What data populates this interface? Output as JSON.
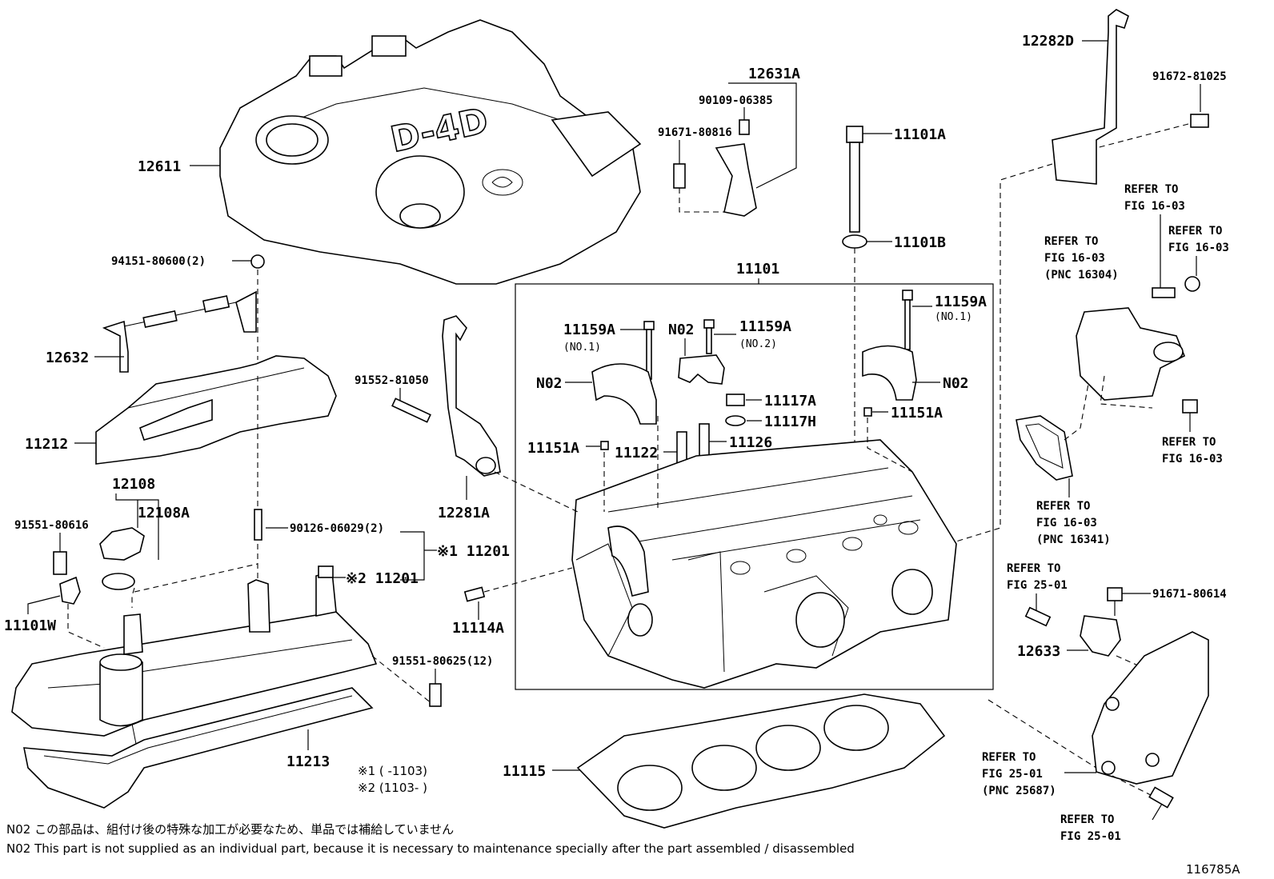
{
  "labels": {
    "p12611": "12611",
    "p12631A": "12631A",
    "p90109": "90109-06385",
    "p91671_816": "91671-80816",
    "p11101A": "11101A",
    "p11101B": "11101B",
    "p11101": "11101",
    "p12282D": "12282D",
    "p91672": "91672-81025",
    "p94151": "94151-80600(2)",
    "p12632": "12632",
    "p11212": "11212",
    "p91552": "91552-81050",
    "p12108": "12108",
    "p12108A": "12108A",
    "p91551_616": "91551-80616",
    "p90126": "90126-06029(2)",
    "p11201_1": "※1 11201",
    "p11201_2": "※2 11201",
    "p11101W": "11101W",
    "p91551_625": "91551-80625(12)",
    "p11213": "11213",
    "p12281A": "12281A",
    "p11114A": "11114A",
    "p11159A_a": "11159A",
    "p11159A_a_sub": "(NO.1)",
    "pN02_a": "N02",
    "pN02_b": "N02",
    "p11159A_b": "11159A",
    "p11159A_b_sub": "(NO.2)",
    "p11159A_c": "11159A",
    "p11159A_c_sub": "(NO.1)",
    "pN02_c": "N02",
    "p11117A": "11117A",
    "p11117H": "11117H",
    "p11151A_a": "11151A",
    "p11151A_b": "11151A",
    "p11122": "11122",
    "p11126": "11126",
    "p11115": "11115",
    "p12633": "12633",
    "p91671_614": "91671-80614"
  },
  "refs": {
    "r1_a": "REFER TO",
    "r1_b": "FIG 16-03",
    "r2_a": "REFER TO",
    "r2_b": "FIG 16-03",
    "r3_a": "REFER TO",
    "r3_b": "FIG 16-03",
    "r3_c": "(PNC 16304)",
    "r4_a": "REFER TO",
    "r4_b": "FIG 16-03",
    "r5_a": "REFER TO",
    "r5_b": "FIG 16-03",
    "r5_c": "(PNC 16341)",
    "r6_a": "REFER TO",
    "r6_b": "FIG 25-01",
    "r7_a": "REFER TO",
    "r7_b": "FIG 25-01",
    "r7_c": "(PNC 25687)",
    "r8_a": "REFER TO",
    "r8_b": "FIG 25-01"
  },
  "logo_text": "D-4D",
  "serials": {
    "s1": "※1 (        -1103)",
    "s2": "※2 (1103-        )"
  },
  "notes": {
    "jp": "N02  この部品は、組付け後の特殊な加工が必要なため、単品では補給していません",
    "en": "N02  This part is not supplied as an individual part, because it is necessary to maintenance specially after the part assembled / disassembled"
  },
  "figure_id": "116785A"
}
